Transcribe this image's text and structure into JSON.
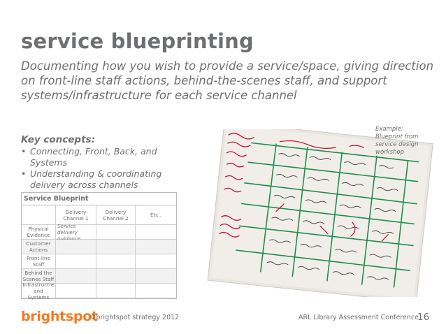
{
  "title": "service blueprinting",
  "subtitle": "Documenting how you wish to provide a service/space, giving direction on front-line staff actions, behind-the-scenes staff, and support systems/infrastructure for each service channel",
  "key_concepts": {
    "heading": "Key concepts:",
    "items": [
      "Connecting, Front, Back, and Systems",
      "Understanding & coordinating delivery across channels"
    ]
  },
  "blueprint": {
    "title": "Service Blueprint",
    "header": [
      "",
      "Delivery Channel 1",
      "Delivery Channel 2",
      "Etc.."
    ],
    "rows": [
      [
        "Physical Evidence",
        "Service delivery guidance...",
        "",
        ""
      ],
      [
        "Customer Actions",
        "",
        "",
        ""
      ],
      [
        "Front-line Staff",
        "",
        "",
        ""
      ],
      [
        "Behind the Scenes Staff",
        "",
        "",
        ""
      ],
      [
        "Infrastructre and Systems",
        "",
        "",
        ""
      ]
    ]
  },
  "example_caption": "Example: Blueprint from service design workshop",
  "footer": {
    "brand": "brightspot",
    "copyright": "©brightspot strategy 2012",
    "conference": "ARL Library Assessment Conference",
    "page_number": "16"
  },
  "colors": {
    "text_gray": "#6d6f71",
    "brand_orange": "#f47b20",
    "marker_green": "#1e8e4e",
    "marker_red": "#c8102e"
  }
}
